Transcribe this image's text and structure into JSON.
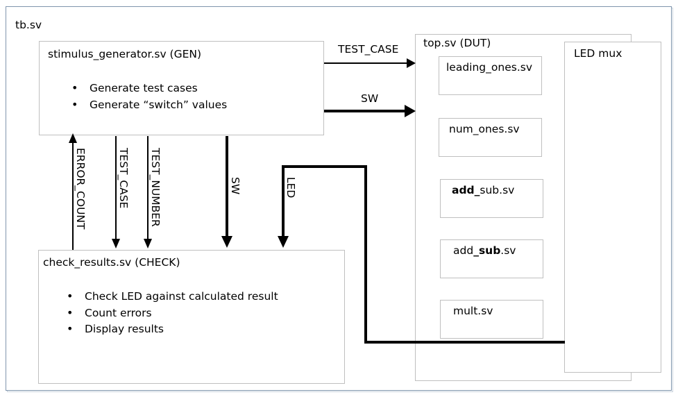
{
  "diagram": {
    "frame_label": "tb.sv",
    "stimulus": {
      "title": "stimulus_generator.sv (GEN)",
      "bullets": [
        "Generate test cases",
        "Generate “switch” values"
      ]
    },
    "check": {
      "title": "check_results.sv (CHECK)",
      "bullets": [
        "Check LED against calculated result",
        "Count errors",
        "Display results"
      ]
    },
    "dut": {
      "title": "top.sv (DUT)",
      "modules": [
        {
          "pre": "",
          "bold": "",
          "post": "leading_ones.sv"
        },
        {
          "pre": "",
          "bold": "",
          "post": "num_ones.sv"
        },
        {
          "pre": "",
          "bold": "add_",
          "post": "sub.sv"
        },
        {
          "pre": "add",
          "bold": "_sub",
          "post": ".sv"
        },
        {
          "pre": "",
          "bold": "",
          "post": "mult.sv"
        }
      ]
    },
    "led_mux": {
      "title": "LED mux"
    },
    "signals": {
      "test_case_h": "TEST_CASE",
      "sw_h": "SW",
      "error_count_v": "ERROR_COUNT",
      "test_case_v": "TEST_CASE",
      "test_number_v": "TEST_NUMBER",
      "sw_v": "SW",
      "led_v": "LED"
    },
    "colors": {
      "line": "#000000",
      "box_border": "#bfbfbf",
      "frame_border": "#7f95ad",
      "background": "#ffffff"
    }
  }
}
